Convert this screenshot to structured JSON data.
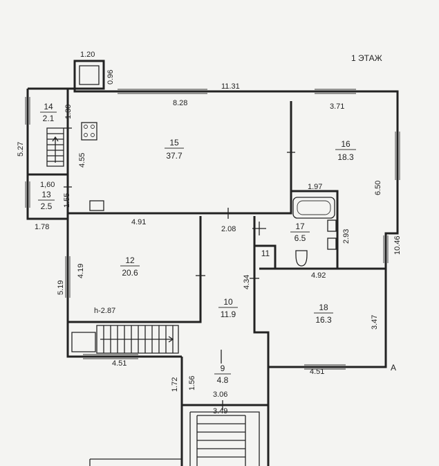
{
  "floor_label": "1 ЭТАЖ",
  "rooms": [
    {
      "id": "room-15",
      "number": "15",
      "area": "37.7"
    },
    {
      "id": "room-16",
      "number": "16",
      "area": "18.3"
    },
    {
      "id": "room-14",
      "number": "14",
      "area": "2.1"
    },
    {
      "id": "room-13",
      "number": "13",
      "area": "2.5"
    },
    {
      "id": "room-12",
      "number": "12",
      "area": "20.6"
    },
    {
      "id": "room-17",
      "number": "17",
      "area": "6.5"
    },
    {
      "id": "room-11",
      "number": "11",
      "area": ""
    },
    {
      "id": "room-10",
      "number": "10",
      "area": "11.9"
    },
    {
      "id": "room-18",
      "number": "18",
      "area": "16.3"
    },
    {
      "id": "room-9",
      "number": "9",
      "area": "4.8"
    }
  ],
  "dimensions": [
    "1.20",
    "0.96",
    "11.31",
    "8.28",
    "3.71",
    "1.30",
    "5.27",
    "4.55",
    "1,60",
    "1.55",
    "1.78",
    "1.97",
    "6.50",
    "4.91",
    "2.08",
    "2.93",
    "10.46",
    "4.19",
    "5.19",
    "4.34",
    "4.92",
    "3.47",
    "4.51",
    "1.72",
    "1.56",
    "3.06",
    "3.49",
    "4.51"
  ],
  "ceiling_height": "h-2.87",
  "axis_marker": "A"
}
